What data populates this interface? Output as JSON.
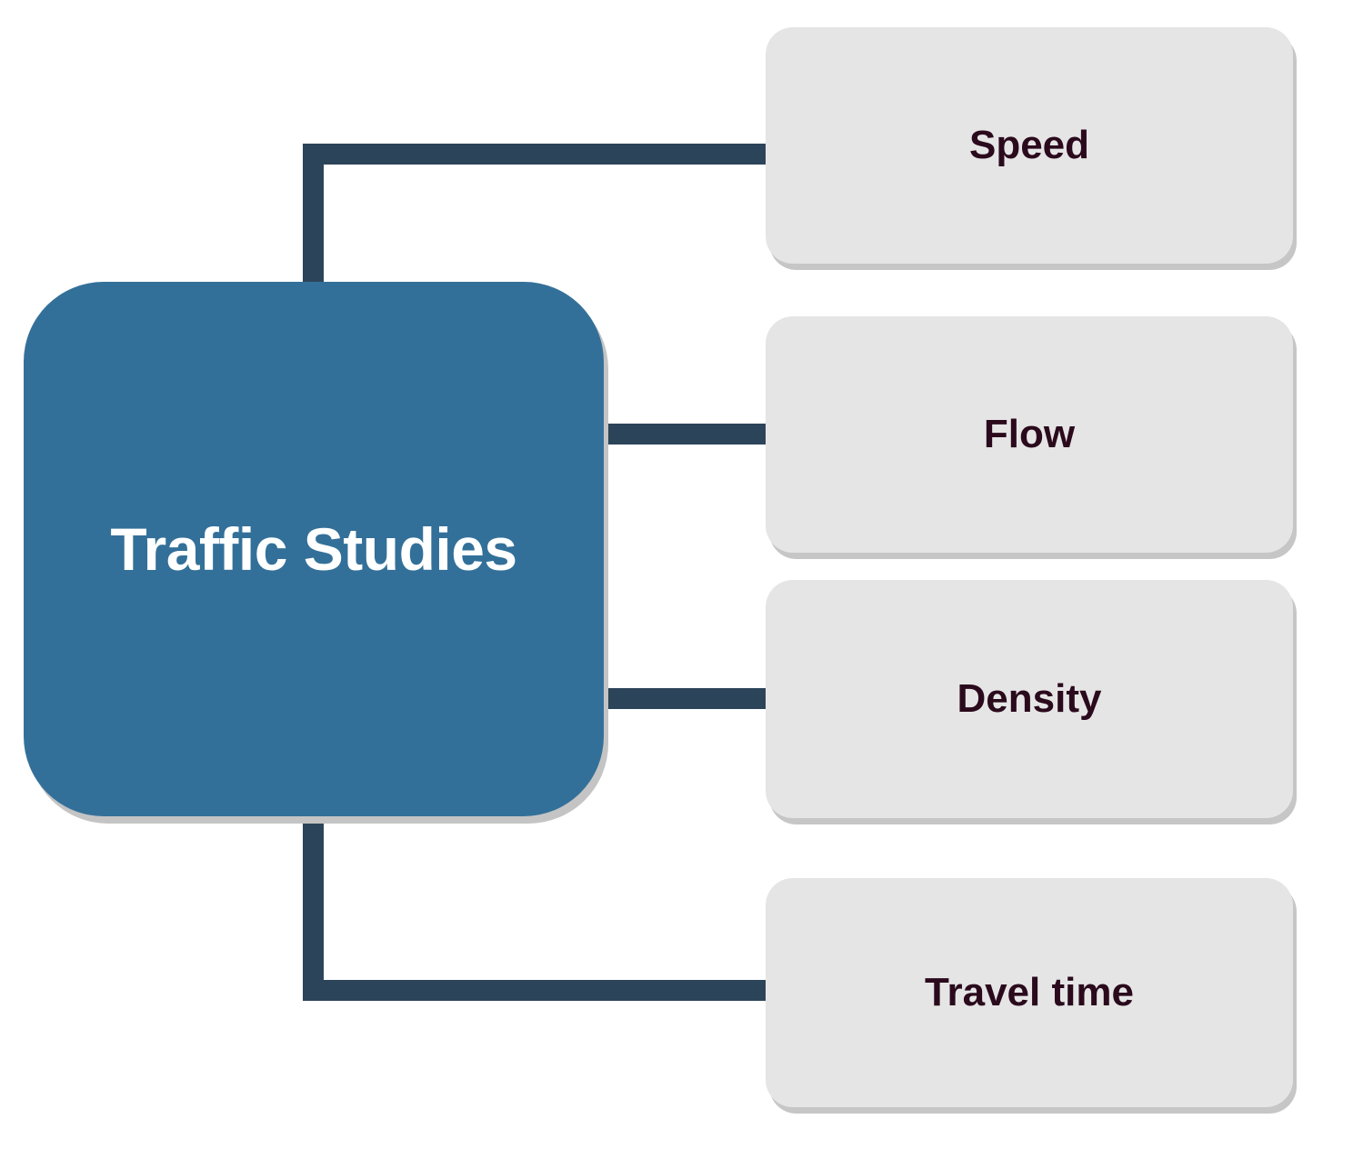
{
  "colors": {
    "connector": "#2c4459",
    "main_fill": "#337099",
    "main_text": "#ffffff",
    "sub_fill": "#e5e5e5",
    "sub_text": "#2a0a1c",
    "shadow": "#c4c4c4"
  },
  "root": {
    "label": "Traffic Studies"
  },
  "branches": [
    {
      "label": "Speed"
    },
    {
      "label": "Flow"
    },
    {
      "label": "Density"
    },
    {
      "label": "Travel time"
    }
  ]
}
